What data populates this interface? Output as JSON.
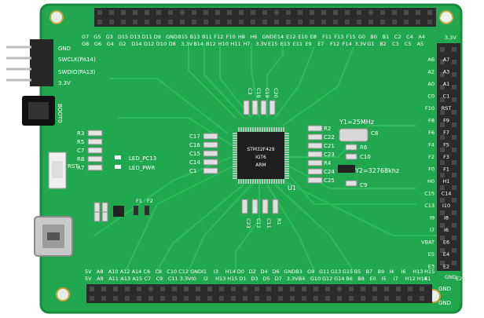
{
  "image": {
    "subject": "Green STM32 development board PCB on white background"
  },
  "colors": {
    "pcb": "#21a84e",
    "pcb_dark": "#1a8f40",
    "trace": "#2fc060",
    "silk": "#ffffff",
    "header": "#2b2b2b",
    "pin": "#3a3a3a",
    "chip": "#1e1e1e",
    "gold": "#c9a23a"
  },
  "board": {
    "top_header_rows": {
      "row1": [
        "G7",
        "G5",
        "G3",
        "D15",
        "D13",
        "D11",
        "D9",
        "GND",
        "B15",
        "B13",
        "B11",
        "F12",
        "F10",
        "H8",
        "H6",
        "GND",
        "E14",
        "E12",
        "E10",
        "E8",
        "F11",
        "F13",
        "F15",
        "G0",
        "B0",
        "B1",
        "C2",
        "C4",
        "A4"
      ],
      "row2": [
        "G8",
        "G6",
        "G4",
        "G2",
        "D14",
        "D12",
        "D10",
        "D8",
        "3.3V",
        "B14",
        "B12",
        "H10",
        "H11",
        "H7",
        "3.3V",
        "E15",
        "E13",
        "E11",
        "E9",
        "E7",
        "F12",
        "F14",
        "3.3V",
        "G1",
        "B2",
        "C3",
        "C5",
        "A5"
      ]
    },
    "bottom_header_rows": {
      "row1": [
        "5V",
        "A8",
        "A10",
        "A12",
        "A14",
        "C6",
        "C8",
        "C10",
        "C12",
        "GND",
        "I1",
        "I3",
        "H14",
        "D0",
        "D2",
        "D4",
        "D6",
        "GND",
        "B3",
        "G9",
        "G11",
        "G13",
        "G15",
        "B5",
        "B7",
        "B9",
        "I4",
        "I6",
        "H13",
        "H15"
      ],
      "row2": [
        "5V",
        "A9",
        "A11",
        "A13",
        "A15",
        "C7",
        "C9",
        "C11",
        "3.3V",
        "I0",
        "I2",
        "H13",
        "H15",
        "D1",
        "D3",
        "D5",
        "D7",
        "3.3V",
        "B4",
        "G10",
        "G12",
        "G14",
        "B6",
        "B8",
        "E0",
        "I5",
        "I7",
        "H12",
        "H14"
      ]
    },
    "right_header": {
      "left_col": [
        "A6",
        "A2",
        "A0",
        "C0",
        "F10",
        "F8",
        "F6",
        "F4",
        "F2",
        "F0",
        "H0",
        "C15",
        "C13",
        "I9",
        "I7",
        "VBAT",
        "E5",
        "E3"
      ],
      "right_col": [
        "A7",
        "A3",
        "A1",
        "C1",
        "RST",
        "F9",
        "F7",
        "F5",
        "F3",
        "F1",
        "H1",
        "C14",
        "I10",
        "I8",
        "I6",
        "E6",
        "E4",
        "E2"
      ]
    },
    "left_labels": {
      "gnd": "GND",
      "swclk": "SWCLK(PA14)",
      "swdio": "SWDIO(PA13)",
      "v33": "3.3V",
      "boot": "BOOT0",
      "rst": "RST"
    },
    "corner_labels": {
      "gnd_tr": "GND",
      "gnd_br1": "GND",
      "gnd_br2": "GND",
      "v33_r": "3.3V",
      "gnd_r": "GND",
      "e_bl": "E1",
      "e_br": "E2"
    },
    "resistors_left": [
      "R3",
      "R5",
      "C7",
      "R8",
      "R7"
    ],
    "leds": {
      "led1": "LED_PC13",
      "led2": "LED_PWR"
    },
    "caps_left": [
      "C17",
      "C16",
      "C15",
      "C14",
      "C1"
    ],
    "caps_top": [
      "C3",
      "C18",
      "C19",
      "C20"
    ],
    "caps_right": [
      "R2",
      "C22",
      "C21",
      "C23",
      "R4",
      "C24",
      "C25"
    ],
    "caps_bottom": [
      "C23",
      "C12",
      "C11",
      "R1"
    ],
    "crystal1": "Y1=25MHz",
    "crystal2": "Y2=32768khz",
    "crystal_parts": [
      "C8",
      "R6",
      "C10",
      "C9"
    ],
    "chip_label": "U1",
    "chip_text": [
      "STM32F429",
      "IGT6",
      "ARM"
    ],
    "misc_parts": [
      "F1",
      "F2"
    ]
  }
}
